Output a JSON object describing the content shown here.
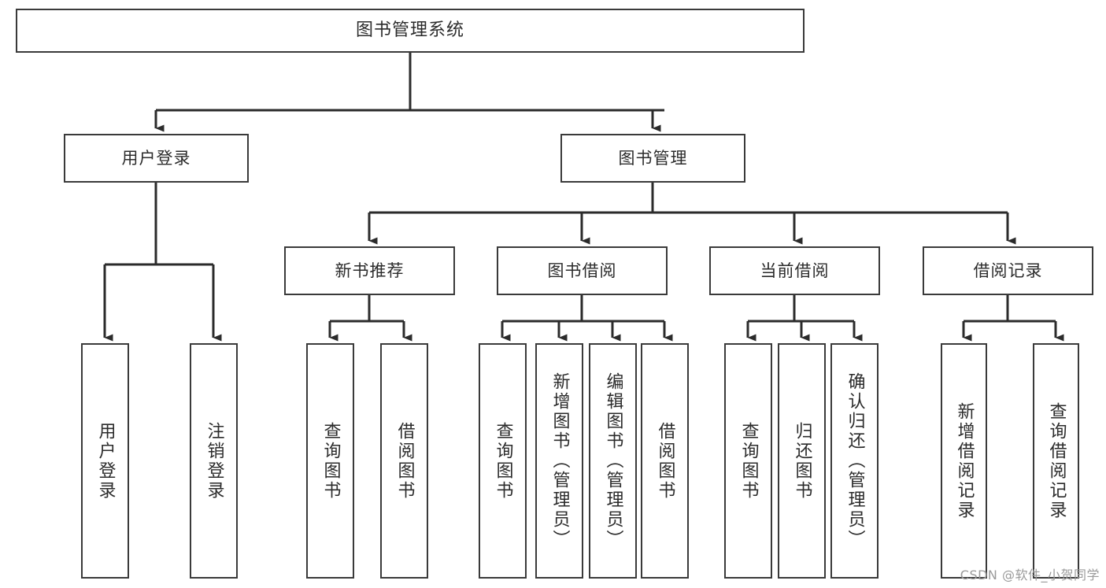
{
  "diagram": {
    "title": "图书管理系统",
    "type": "tree-hierarchy-diagram",
    "stroke_color": "#3a3a3a",
    "text_color": "#2b2b2b",
    "background_color": "#ffffff",
    "levels": {
      "root": {
        "label": "图书管理系统"
      },
      "level2": [
        {
          "label": "用户登录"
        },
        {
          "label": "图书管理"
        }
      ],
      "level3": [
        {
          "label": "新书推荐"
        },
        {
          "label": "图书借阅"
        },
        {
          "label": "当前借阅"
        },
        {
          "label": "借阅记录"
        }
      ],
      "leaves": {
        "user_login": [
          {
            "label": "用户登录"
          },
          {
            "label": "注销登录"
          }
        ],
        "new_book_recommend": [
          {
            "label": "查询图书"
          },
          {
            "label": "借阅图书"
          }
        ],
        "book_borrow": [
          {
            "label": "查询图书"
          },
          {
            "label": "新增图书（管理员）"
          },
          {
            "label": "编辑图书（管理员）"
          },
          {
            "label": "借阅图书"
          }
        ],
        "current_borrow": [
          {
            "label": "查询图书"
          },
          {
            "label": "归还图书"
          },
          {
            "label": "确认归还（管理员）"
          }
        ],
        "borrow_record": [
          {
            "label": "新增借阅记录"
          },
          {
            "label": "查询借阅记录"
          }
        ]
      }
    }
  },
  "watermark": {
    "text": "CSDN @软件_小贺同学"
  }
}
